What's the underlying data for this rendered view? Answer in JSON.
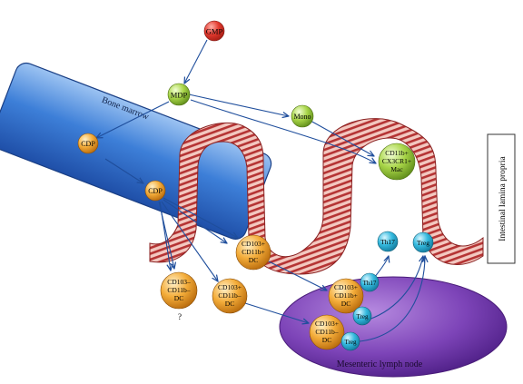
{
  "regions": {
    "bone_marrow": "Bone marrow",
    "lamina_propria": "Intestinal lamina propria",
    "lymph_node": "Mesenteric lymph node"
  },
  "cells": {
    "gmp": "GMP",
    "mdp": "MDP",
    "mono": "Mono",
    "cdp_marrow": "CDP",
    "cdp_blood": "CDP",
    "mac": [
      "CD11b+",
      "CX3CR1+",
      "Mac"
    ],
    "dc_pos_lp": [
      "CD103+",
      "CD11b+",
      "DC"
    ],
    "dc_neg_neg": [
      "CD103–",
      "CD11b–",
      "DC"
    ],
    "dc_pos_neg": [
      "CD103+",
      "CD11b–",
      "DC"
    ],
    "dc_pos_ln": [
      "CD103+",
      "CD11b+",
      "DC"
    ],
    "dc_pos_neg_ln": [
      "CD103+",
      "CD11b–",
      "DC"
    ],
    "th17_lp": "Th17",
    "treg_lp": "Treg",
    "th17_ln": "Th17",
    "treg_ln1": "Treg",
    "treg_ln2": "Treg",
    "question": "?"
  },
  "colors": {
    "marrow": "#2f6fd0",
    "node": "#7a3fb2",
    "red_cell": "#e33a2f",
    "green_cell": "#9bc93a",
    "orange_cell": "#f0a12a",
    "blue_cell": "#2bb3d8",
    "villus": "#c24040",
    "arrow": "#1f4e9c"
  }
}
